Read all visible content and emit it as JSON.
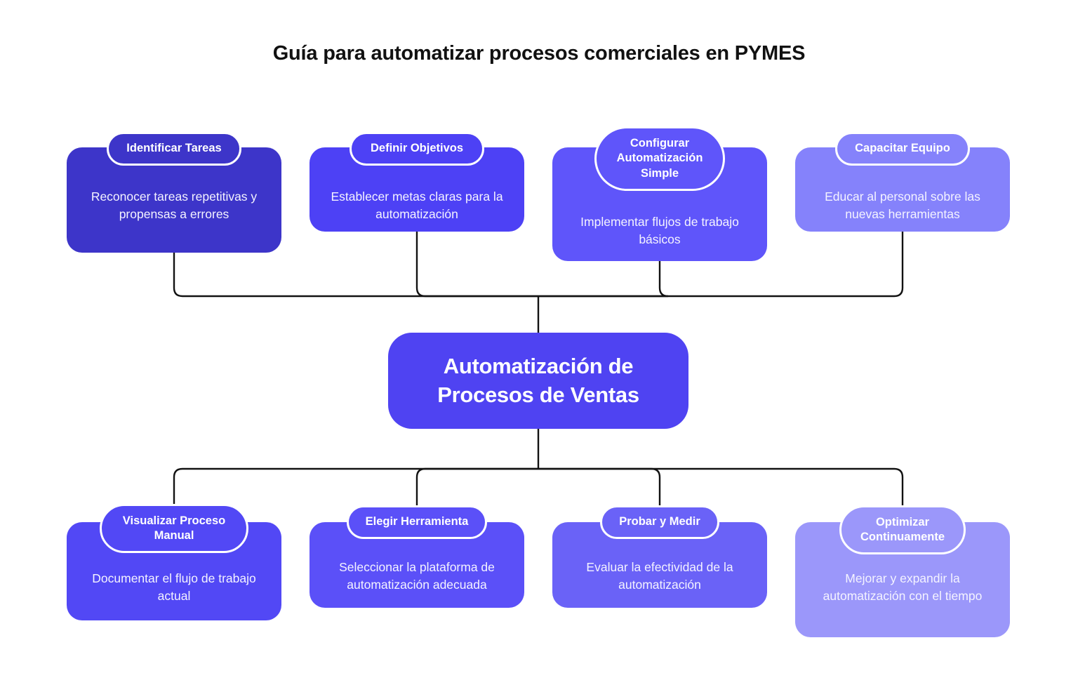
{
  "title": "Guía para automatizar procesos\ncomerciales en PYMES",
  "center": {
    "label": "Automatización de\nProcesos de Ventas",
    "color": "#4f43f2"
  },
  "top_nodes": [
    {
      "pill": "Identificar Tareas",
      "body": "Reconocer tareas repetitivas y propensas a errores",
      "color": "#3d35c9"
    },
    {
      "pill": "Definir Objetivos",
      "body": "Establecer metas claras para la automatización",
      "color": "#4d41f5"
    },
    {
      "pill": "Configurar\nAutomatización\nSimple",
      "body": "Implementar flujos de trabajo básicos",
      "color": "#5f55fa"
    },
    {
      "pill": "Capacitar Equipo",
      "body": "Educar al personal sobre las nuevas herramientas",
      "color": "#8582fb"
    }
  ],
  "bottom_nodes": [
    {
      "pill": "Visualizar Proceso\nManual",
      "body": "Documentar el flujo de trabajo actual",
      "color": "#5248f5"
    },
    {
      "pill": "Elegir Herramienta",
      "body": "Seleccionar la plataforma de automatización adecuada",
      "color": "#5b50f8"
    },
    {
      "pill": "Probar y Medir",
      "body": "Evaluar la efectividad de la automatización",
      "color": "#6a62f7"
    },
    {
      "pill": "Optimizar\nContinuamente",
      "body": "Mejorar y expandir la automatización con el tiempo",
      "color": "#9b97fa"
    }
  ],
  "connector_color": "#121212",
  "background": "#ffffff"
}
